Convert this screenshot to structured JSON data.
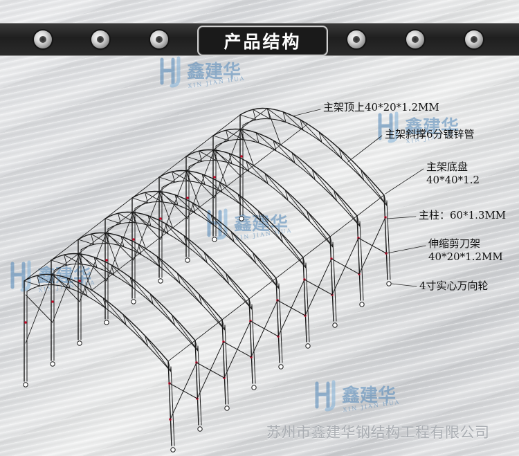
{
  "title": "产品结构",
  "callouts": [
    {
      "id": "roof-top",
      "lines": [
        "主架顶上40*20*1.2MM"
      ]
    },
    {
      "id": "diagonal-brace",
      "lines": [
        "主架斜撑6分镀锌管"
      ]
    },
    {
      "id": "base",
      "lines": [
        "主架底盘",
        "40*40*1.2"
      ]
    },
    {
      "id": "main-post",
      "lines": [
        "主柱：60*1.3MM"
      ]
    },
    {
      "id": "scissor",
      "lines": [
        "伸缩剪刀架",
        "40*20*1.2MM"
      ]
    },
    {
      "id": "wheel",
      "lines": [
        "4寸实心万向轮"
      ]
    }
  ],
  "footer": "苏州市鑫建华钢结构工程有限公司",
  "watermarks": {
    "text": "鑫建华",
    "pinyin": "XIN JIAN HUA"
  },
  "icons": {
    "bolt": "bolt-icon",
    "logo": "jh-logo-icon"
  },
  "colors": {
    "frame": "#1a1a1a",
    "joint": "#c8102e",
    "logo": "#4f86b8",
    "header": "#222222"
  }
}
